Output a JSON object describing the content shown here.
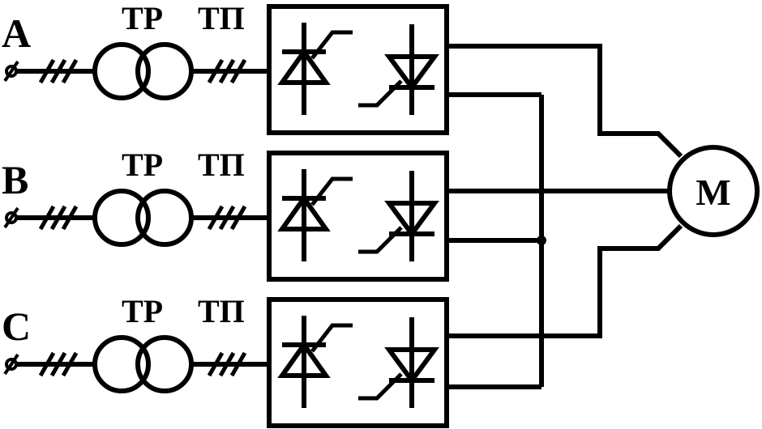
{
  "phases": [
    {
      "label": "A",
      "transformer_label": "TP",
      "converter_label": "TП"
    },
    {
      "label": "B",
      "transformer_label": "TP",
      "converter_label": "TП"
    },
    {
      "label": "C",
      "transformer_label": "TP",
      "converter_label": "TП"
    }
  ],
  "motor": {
    "label": "M"
  },
  "colors": {
    "stroke": "#000000",
    "background": "#ffffff"
  },
  "icons": [
    "terminal-icon",
    "three-phase-marks-icon",
    "transformer-icon",
    "thyristor-icon"
  ]
}
